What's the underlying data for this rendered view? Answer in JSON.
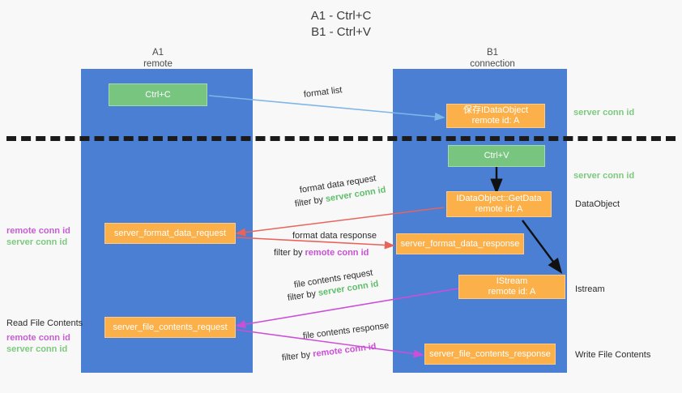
{
  "title": "A1 - Ctrl+C\nB1 - Ctrl+V",
  "columns": {
    "left": {
      "header": "A1\nremote"
    },
    "right": {
      "header": "B1\nconnection"
    }
  },
  "boxes": {
    "ctrl_c": "Ctrl+C",
    "ctrl_v": "Ctrl+V",
    "save_idataobject": "保存IDataObject\nremote id: A",
    "idataobject_getdata": "IDataObject::GetData\nremote id: A",
    "istream": "IStream\nremote id: A",
    "server_format_data_request": "server_format_data_request",
    "server_format_data_response": "server_format_data_response",
    "server_file_contents_request": "server_file_contents_request",
    "server_file_contents_response": "server_file_contents_response"
  },
  "edges": {
    "format_list": "format list",
    "format_data_request": "format data request",
    "format_data_request_filter_prefix": "filter by ",
    "format_data_request_filter_key": "server conn id",
    "format_data_response": "format data response",
    "format_data_response_filter_prefix": "filter by ",
    "format_data_response_filter_key": "remote conn id",
    "file_contents_request": "file contents request",
    "file_contents_request_filter_prefix": "filter by ",
    "file_contents_request_filter_key": "server conn id",
    "file_contents_response": "file contents response",
    "file_contents_response_filter_prefix": "filter by ",
    "file_contents_response_filter_key": "remote conn id"
  },
  "annotations": {
    "right_server_conn_id_top": "server conn id",
    "right_server_conn_id_mid": "server conn id",
    "right_dataobject": "DataObject",
    "right_istream": "Istream",
    "right_write_file_contents": "Write File Contents",
    "left_remote_conn_id_1": "remote conn id",
    "left_server_conn_id_1": "server conn id",
    "left_read_file_contents": "Read File Contents",
    "left_remote_conn_id_2": "remote conn id",
    "left_server_conn_id_2": "server conn id"
  },
  "colors": {
    "lane": "#4a7fd4",
    "green_box": "#78c57f",
    "orange_box": "#fbb04a",
    "light_blue_arrow": "#7eb6e8",
    "red_arrow": "#e8635c",
    "magenta_arrow": "#cc4fd8",
    "black_arrow": "#111111",
    "green_text": "#5fbf6b",
    "purple_text": "#cc4fd8",
    "background": "#f8f8f8"
  }
}
